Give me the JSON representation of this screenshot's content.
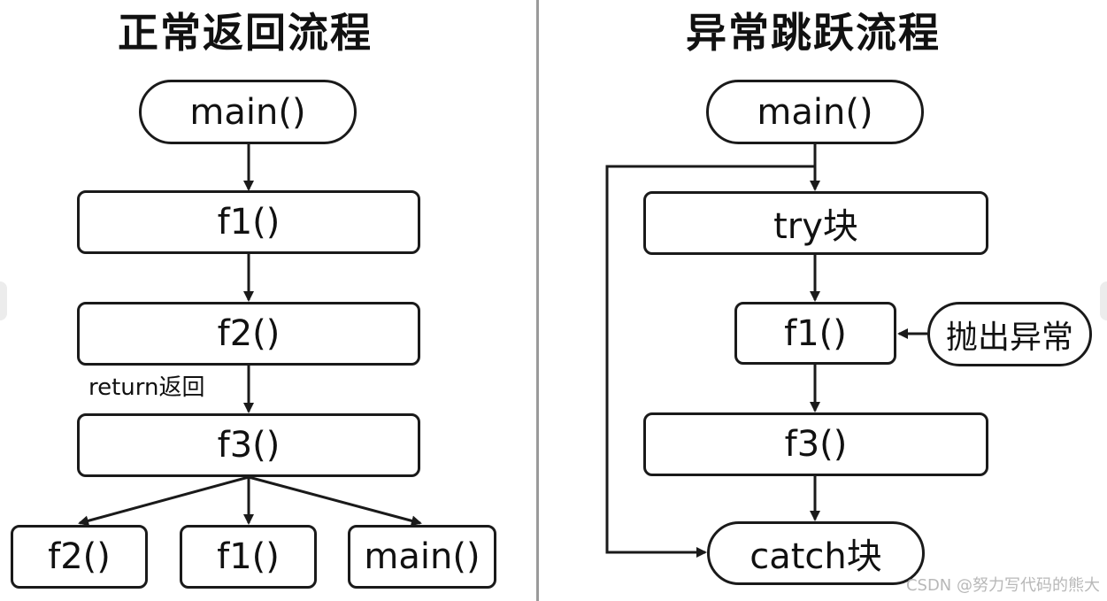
{
  "left": {
    "title": "正常返回流程",
    "nodes": {
      "main": "main()",
      "f1": "f1()",
      "f2": "f2()",
      "f3": "f3()",
      "out_f2": "f2()",
      "out_f1": "f1()",
      "out_main": "main()"
    },
    "return_label": "return返回"
  },
  "right": {
    "title": "异常跳跃流程",
    "nodes": {
      "main": "main()",
      "try": "try块",
      "f1": "f1()",
      "throw": "抛出异常",
      "f3": "f3()",
      "catch": "catch块"
    }
  },
  "watermark": "CSDN @努力写代码的熊大"
}
